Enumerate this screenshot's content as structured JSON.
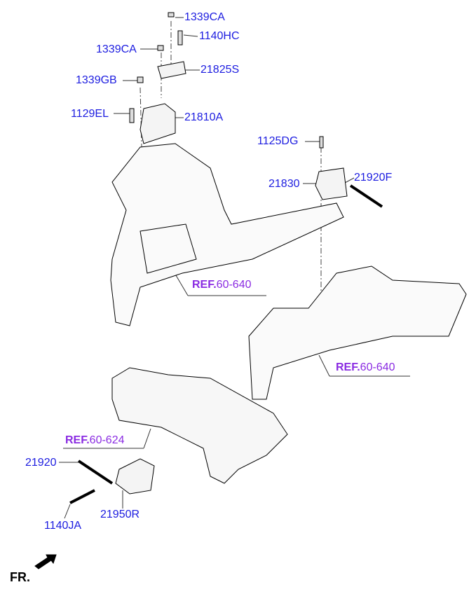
{
  "parts": {
    "p1339CA_top": "1339CA",
    "p1140HC": "1140HC",
    "p1339CA_left": "1339CA",
    "p21825S": "21825S",
    "p1339GB": "1339GB",
    "p1129EL": "1129EL",
    "p21810A": "21810A",
    "p1125DG": "1125DG",
    "p21830": "21830",
    "p21920F": "21920F",
    "p21920": "21920",
    "p21950R": "21950R",
    "p1140JA": "1140JA"
  },
  "refs": {
    "ref1": {
      "prefix": "REF.",
      "num": "60-640"
    },
    "ref2": {
      "prefix": "REF.",
      "num": "60-640"
    },
    "ref3": {
      "prefix": "REF.",
      "num": "60-624"
    }
  },
  "direction_label": "FR.",
  "colors": {
    "label": "#1c1ce0",
    "ref": "#8a2be2"
  }
}
